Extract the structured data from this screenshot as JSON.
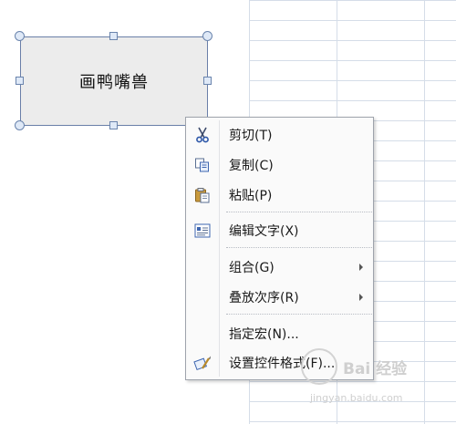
{
  "shape": {
    "text": "画鸭嘴兽"
  },
  "context_menu": {
    "items": [
      {
        "label": "剪切(T)",
        "icon": "scissors-icon"
      },
      {
        "label": "复制(C)",
        "icon": "copy-icon"
      },
      {
        "label": "粘贴(P)",
        "icon": "paste-icon"
      },
      {
        "label": "编辑文字(X)",
        "icon": "edit-text-icon"
      },
      {
        "label": "组合(G)",
        "submenu": true
      },
      {
        "label": "叠放次序(R)",
        "submenu": true
      },
      {
        "label": "指定宏(N)..."
      },
      {
        "label": "设置控件格式(F)...",
        "icon": "format-control-icon"
      }
    ]
  },
  "watermark": {
    "brand": "Bai 经验",
    "url": "jingyan.baidu.com"
  },
  "colors": {
    "grid": "#d5dde8",
    "shape_fill": "#ececec",
    "menu_bg": "#fafafa",
    "handle": "#6a84ad"
  }
}
